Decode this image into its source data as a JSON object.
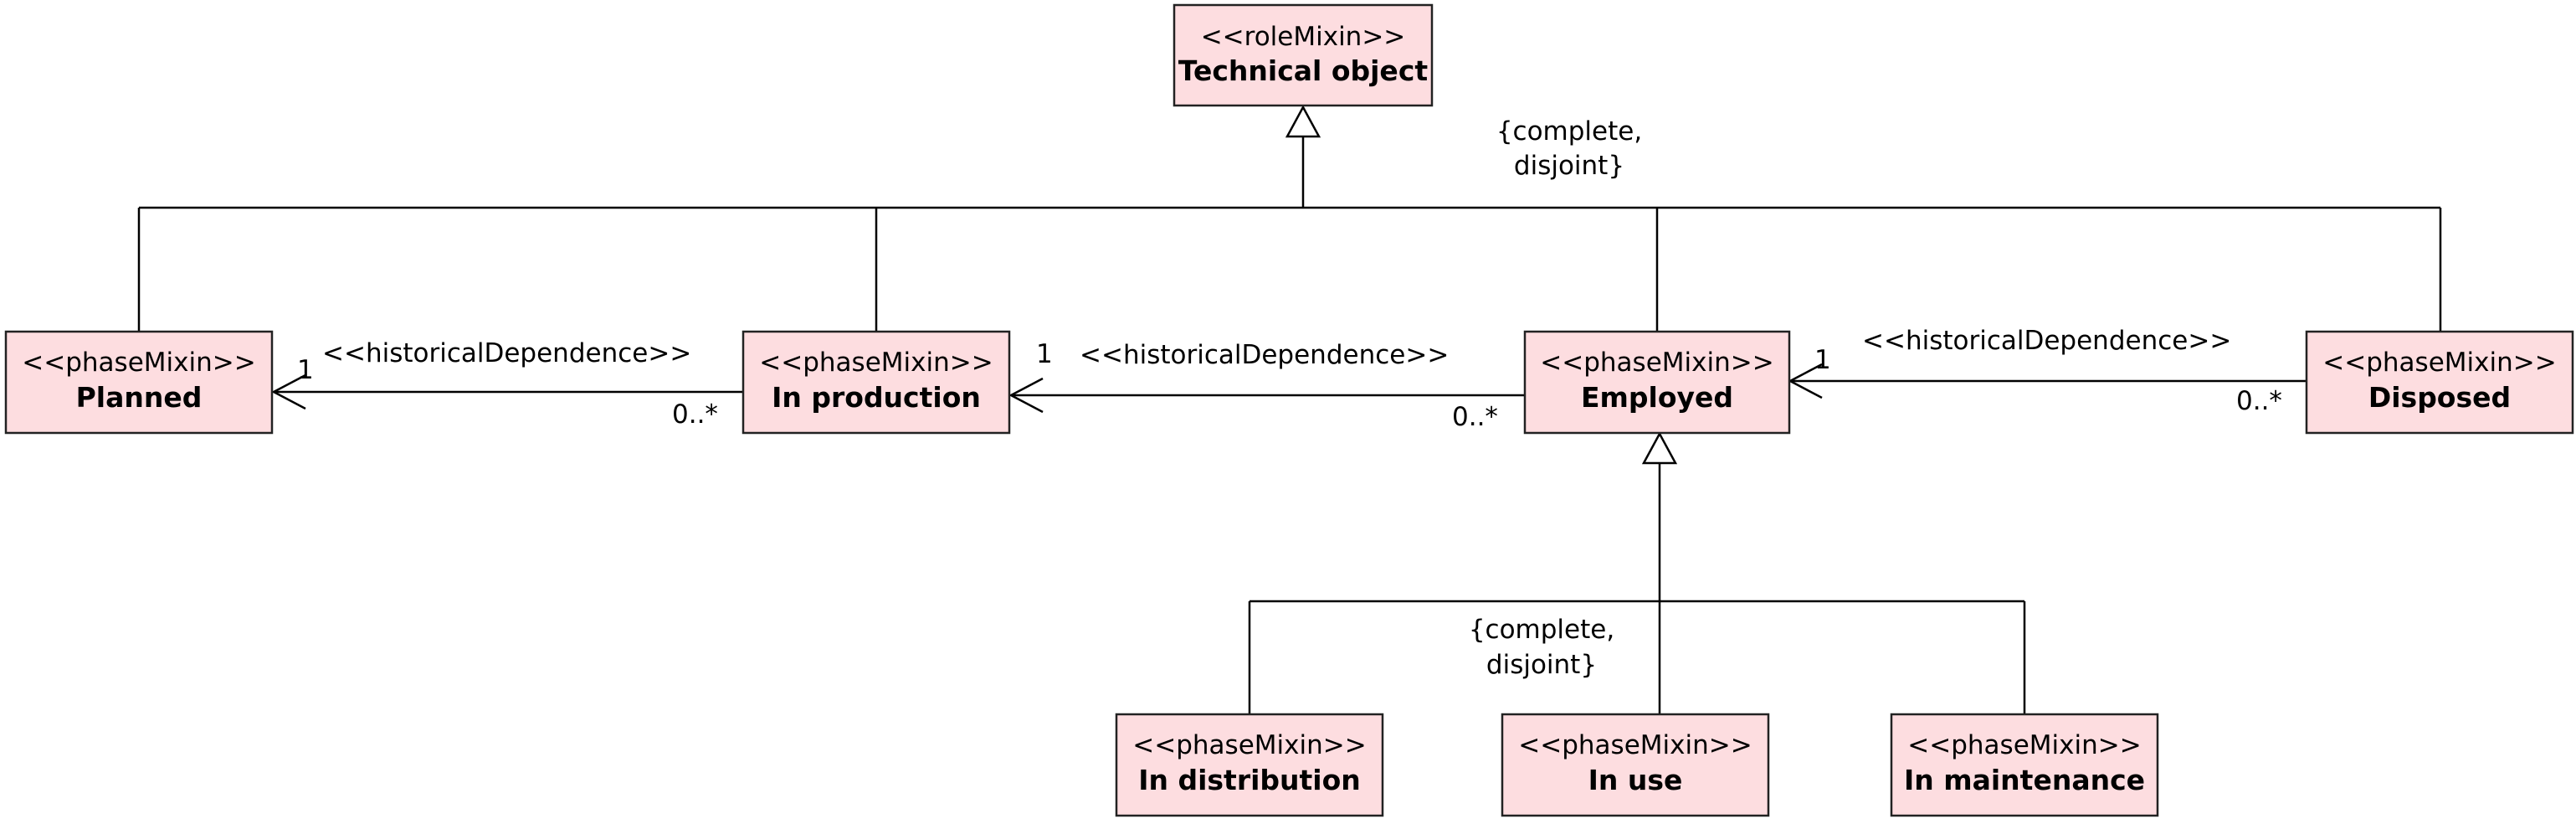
{
  "classes": {
    "technical_object": {
      "stereotype": "<<roleMixin>>",
      "name": "Technical object"
    },
    "planned": {
      "stereotype": "<<phaseMixin>>",
      "name": "Planned"
    },
    "in_production": {
      "stereotype": "<<phaseMixin>>",
      "name": "In production"
    },
    "employed": {
      "stereotype": "<<phaseMixin>>",
      "name": "Employed"
    },
    "disposed": {
      "stereotype": "<<phaseMixin>>",
      "name": "Disposed"
    },
    "in_distribution": {
      "stereotype": "<<phaseMixin>>",
      "name": "In distribution"
    },
    "in_use": {
      "stereotype": "<<phaseMixin>>",
      "name": "In use"
    },
    "in_maintenance": {
      "stereotype": "<<phaseMixin>>",
      "name": "In maintenance"
    }
  },
  "generalization_sets": {
    "top": {
      "line1": "{complete,",
      "line2": "disjoint}"
    },
    "employed": {
      "line1": "{complete,",
      "line2": "disjoint}"
    }
  },
  "dependencies": [
    {
      "label": "<<historicalDependence>>",
      "source_mult": "0..*",
      "target_mult": "1"
    },
    {
      "label": "<<historicalDependence>>",
      "source_mult": "0..*",
      "target_mult": "1"
    },
    {
      "label": "<<historicalDependence>>",
      "source_mult": "0..*",
      "target_mult": "1"
    }
  ]
}
